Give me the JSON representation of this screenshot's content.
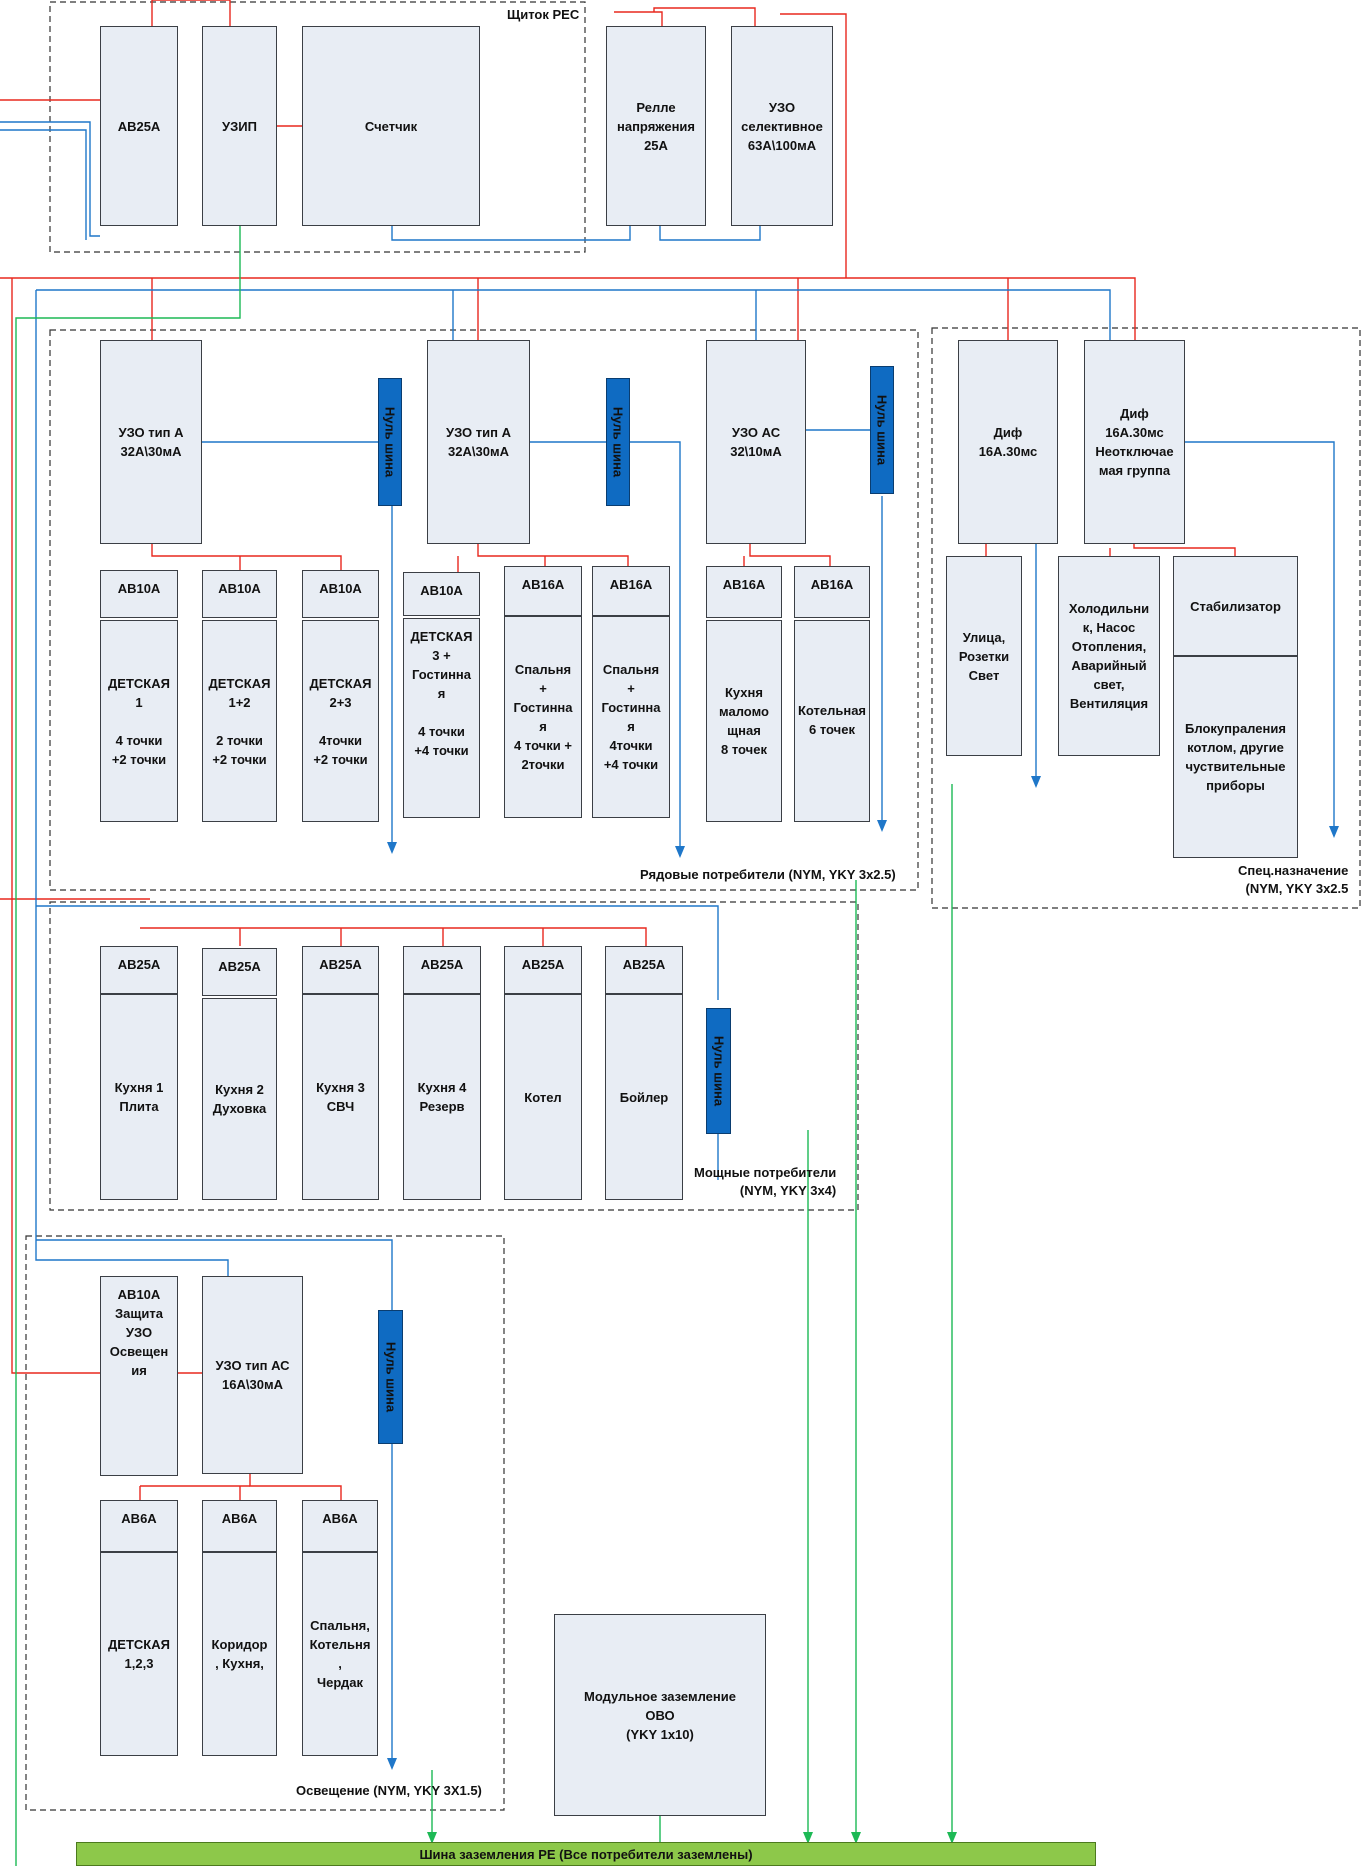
{
  "panel_pes": {
    "title": "Щиток РЕС",
    "ab25": "АВ25А",
    "uzip": "УЗИП",
    "meter": "Счетчик",
    "relay": "Релле\nнапряжения\n25А",
    "uzo_sel": "УЗО\nселективное\n63А\\100мА"
  },
  "common": {
    "group1_uzo": "УЗО тип А\n32А\\30мА",
    "group2_uzo": "УЗО тип А\n32А\\30мА",
    "group3_uzo": "УЗО АС\n32\\10мА",
    "neutral_bus": "Нуль шина",
    "footer": "Рядовые потребители (NYM, YKY 3х2.5)",
    "breakers": [
      "АВ10А",
      "АВ10А",
      "АВ10А",
      "АВ10А",
      "АВ16А",
      "АВ16А",
      "АВ16А",
      "АВ16А"
    ],
    "loads": [
      "ДЕТСКАЯ\n1\n\n4 точки\n+2 точки",
      "ДЕТСКАЯ\n1+2\n\n2 точки\n+2 точки",
      "ДЕТСКАЯ\n2+3\n\n4точки\n+2 точки",
      "ДЕТСКАЯ\n3 +\nГостинна\nя\n\n4 точки\n+4 точки",
      "Спальня\n+\nГостинна\nя\n4 точки +\n2точки",
      "Спальня\n+\nГостинна\nя\n4точки\n+4 точки",
      "Кухня\nмаломо\nщная\n8 точек",
      "Котельная\n6 точек"
    ]
  },
  "special": {
    "dif1": "Диф\n16А.30мс",
    "dif2": "Диф\n16А.30мс\nНеотключае\nмая группа",
    "street": "Улица,\nРозетки\nСвет",
    "fridge": "Холодильни\nк, Насос\nОтопления,\nАварийный\nсвет,\nВентиляция",
    "stabilizer": "Стабилизатор",
    "boiler_ctrl": "Блокупраления\nкотлом, другие\nчуствительные\nприборы",
    "footer": "Спец.назначение\n(NYM, YKY 3х2.5"
  },
  "power": {
    "breakers": [
      "АВ25А",
      "АВ25А",
      "АВ25А",
      "АВ25А",
      "АВ25А",
      "АВ25А"
    ],
    "loads": [
      "Кухня 1\nПлита",
      "Кухня 2\nДуховка",
      "Кухня 3\nСВЧ",
      "Кухня 4\nРезерв",
      "Котел",
      "Бойлер"
    ],
    "neutral_bus": "Нуль шина",
    "footer": "Мощные потребители\n(NYM, YKY 3х4)"
  },
  "lighting": {
    "protect": "АВ10А\nЗащита\nУЗО\nОсвещен\nия",
    "uzo": "УЗО тип АС\n16А\\30мА",
    "breakers": [
      "АВ6А",
      "АВ6А",
      "АВ6А"
    ],
    "loads": [
      "ДЕТСКАЯ\n1,2,3",
      "Коридор\n, Кухня,",
      "Спальня,\nКотельня\n,\nЧердак"
    ],
    "neutral_bus": "Нуль шина",
    "footer": "Освещение (NYM, YKY 3Х1.5)"
  },
  "grounding": {
    "module": "Модульное заземление\nОВО\n(YKY 1х10)",
    "pe_bus": "Шина  заземления РЕ (Все потребители заземлены)"
  },
  "colors": {
    "phase": "#e8281e",
    "neutral": "#1f77c9",
    "earth": "#1db955",
    "box": "#e8edf4",
    "bus": "#0f6bc2",
    "pe_bus": "#8dc84a"
  }
}
